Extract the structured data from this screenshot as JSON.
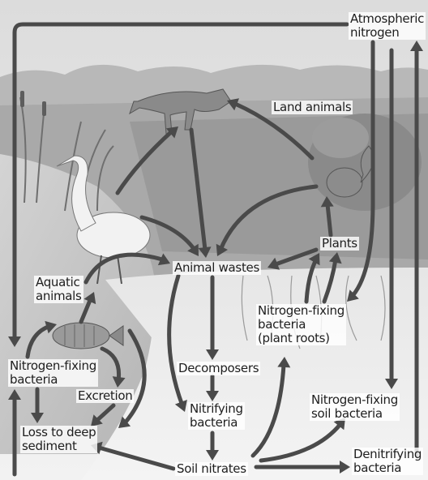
{
  "nodes": {
    "atmospheric_nitrogen": [
      "Atmospheric",
      "nitrogen"
    ],
    "land_animals": [
      "Land animals"
    ],
    "plants": [
      "Plants"
    ],
    "animal_wastes": [
      "Animal wastes"
    ],
    "aquatic_animals": [
      "Aquatic",
      "animals"
    ],
    "nitrogen_fixing_plant_roots": [
      "Nitrogen-fixing",
      "bacteria",
      "(plant roots)"
    ],
    "nitrogen_fixing_bacteria_water": [
      "Nitrogen-fixing",
      "bacteria"
    ],
    "decomposers": [
      "Decomposers"
    ],
    "excretion": [
      "Excretion"
    ],
    "nitrifying_bacteria": [
      "Nitrifying",
      "bacteria"
    ],
    "nitrogen_fixing_soil": [
      "Nitrogen-fixing",
      "soil bacteria"
    ],
    "loss_to_deep_sediment": [
      "Loss to deep",
      "sediment"
    ],
    "denitrifying_bacteria": [
      "Denitrifying",
      "bacteria"
    ],
    "soil_nitrates": [
      "Soil nitrates"
    ]
  },
  "colors": {
    "arrow": "#4a4a4a",
    "sky": "#e8e8e8",
    "water": "#c9c9c9",
    "vegetation": "#8c8c8c"
  }
}
